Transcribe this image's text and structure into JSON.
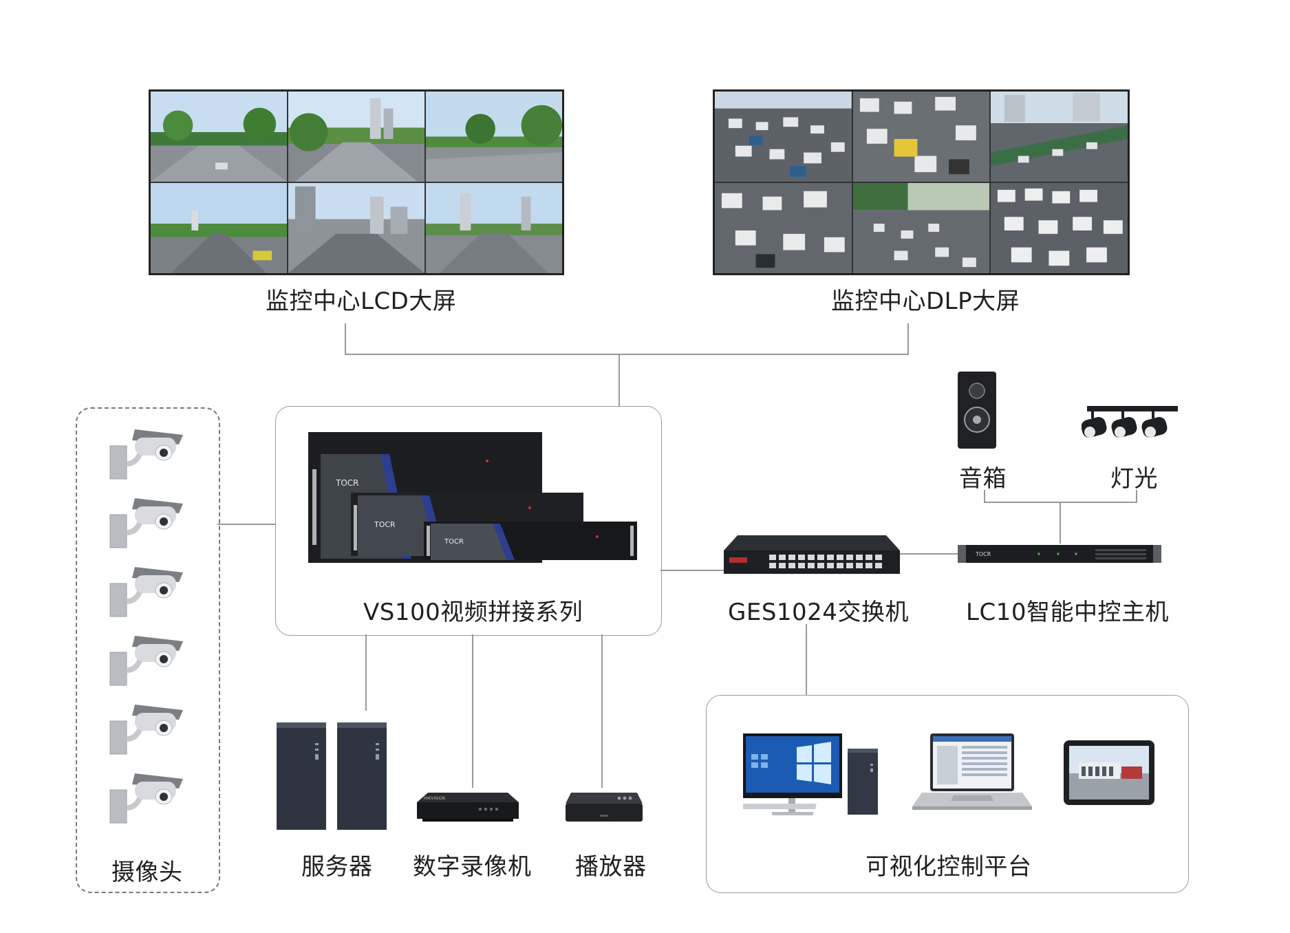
{
  "screens": {
    "lcd": {
      "label": "监控中心LCD大屏"
    },
    "dlp": {
      "label": "监控中心DLP大屏"
    }
  },
  "devices": {
    "cameras": {
      "label": "摄像头"
    },
    "splicer": {
      "label": "VS100视频拼接系列",
      "brand": "TOCR"
    },
    "switch": {
      "label": "GES1024交换机"
    },
    "controller": {
      "label": "LC10智能中控主机",
      "brand": "TOCR"
    },
    "speaker": {
      "label": "音箱"
    },
    "lights": {
      "label": "灯光"
    },
    "server": {
      "label": "服务器"
    },
    "recorder": {
      "label": "数字录像机"
    },
    "player": {
      "label": "播放器"
    },
    "platform": {
      "label": "可视化控制平台"
    }
  },
  "colors": {
    "line": "#777777",
    "device_dark": "#1c1d20",
    "device_panel": "#3d4046",
    "accent_blue": "#2c3e8f",
    "sky": "#b9d6ee",
    "road": "#6f7378"
  }
}
